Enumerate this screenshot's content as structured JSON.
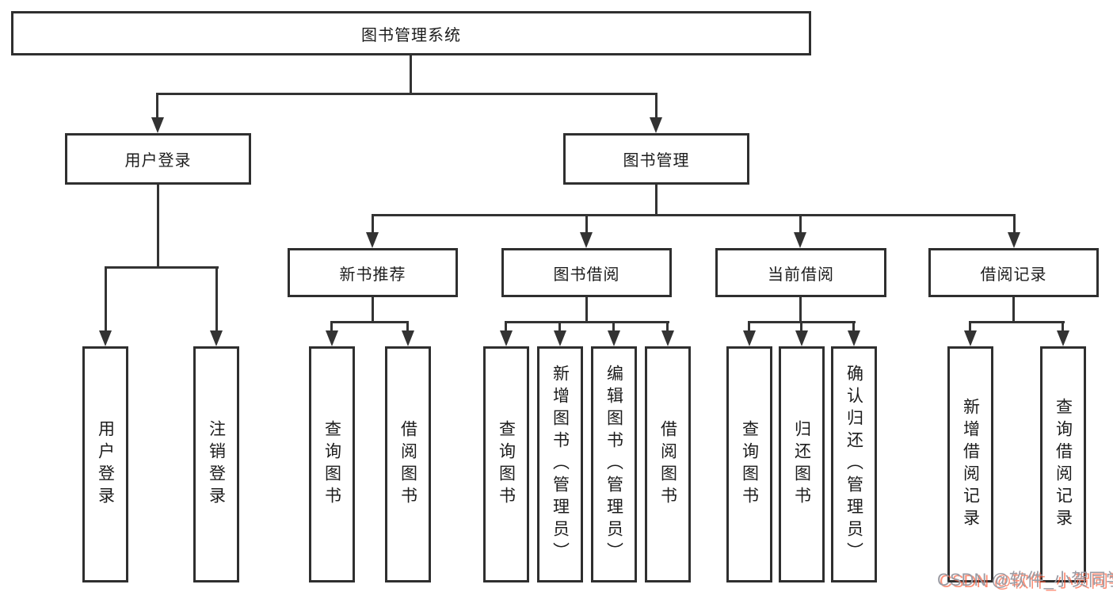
{
  "page": {
    "background": "#ffffff",
    "line_color": "#333333",
    "border_color": "#2f2f2f",
    "text_color": "#1c1c1c"
  },
  "tree": {
    "root": {
      "label": "图书管理系统"
    },
    "user_login": {
      "label": "用户登录",
      "children": [
        {
          "label": "用户登录"
        },
        {
          "label": "注销登录"
        }
      ]
    },
    "book_mgmt": {
      "label": "图书管理",
      "groups": [
        {
          "label": "新书推荐",
          "children": [
            {
              "label": "查询图书"
            },
            {
              "label": "借阅图书"
            }
          ]
        },
        {
          "label": "图书借阅",
          "children": [
            {
              "label": "查询图书"
            },
            {
              "label": "新增图书（管理员）"
            },
            {
              "label": "编辑图书（管理员）"
            },
            {
              "label": "借阅图书"
            }
          ]
        },
        {
          "label": "当前借阅",
          "children": [
            {
              "label": "查询图书"
            },
            {
              "label": "归还图书"
            },
            {
              "label": "确认归还（管理员）"
            }
          ]
        },
        {
          "label": "借阅记录",
          "children": [
            {
              "label": "新增借阅记录"
            },
            {
              "label": "查询借阅记录"
            }
          ]
        }
      ]
    }
  },
  "watermark": {
    "text": "CSDN @软件_小贺同学",
    "color": "#9b9ba3",
    "accent_color": "#fc5531"
  }
}
